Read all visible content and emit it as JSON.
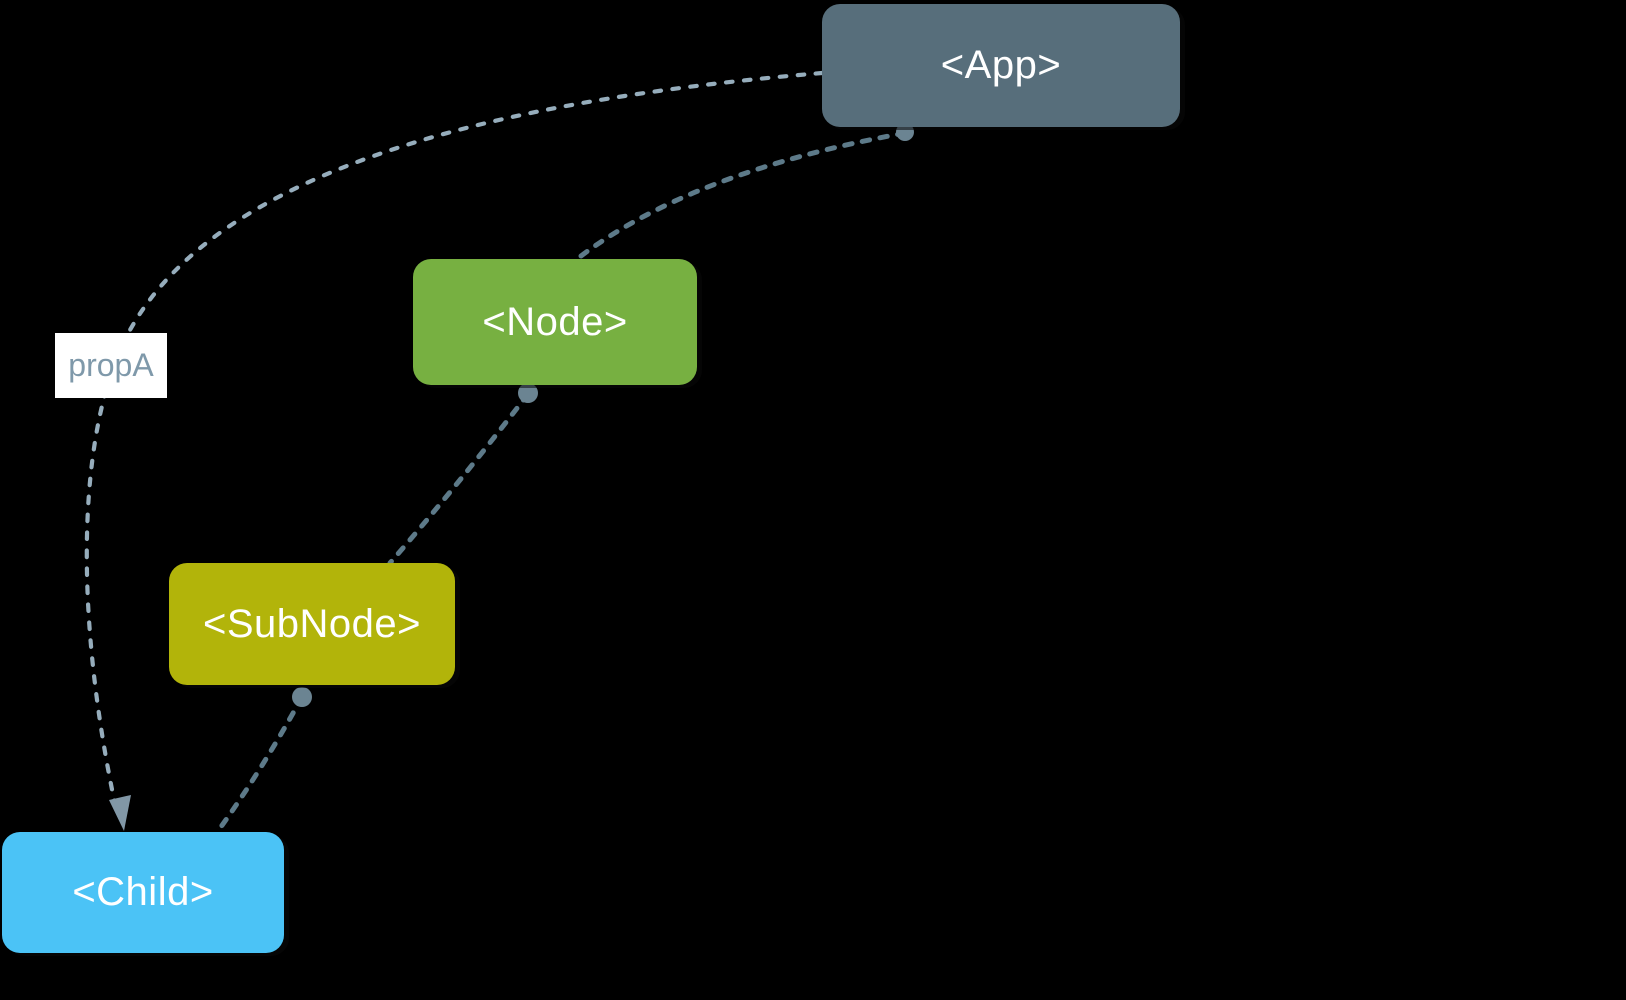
{
  "diagram": {
    "title": "component prop drilling diagram",
    "background_color": "#000000",
    "nodes": [
      {
        "id": "app",
        "label": "<App>",
        "color": "#576e7b",
        "text_color": "#ffffff"
      },
      {
        "id": "node",
        "label": "<Node>",
        "color": "#77b041",
        "text_color": "#ffffff"
      },
      {
        "id": "subnode",
        "label": "<SubNode>",
        "color": "#b2b40a",
        "text_color": "#ffffff"
      },
      {
        "id": "child",
        "label": "<Child>",
        "color": "#4bc3f6",
        "text_color": "#ffffff"
      }
    ],
    "edges": [
      {
        "from": "App",
        "to": "Child",
        "label": "propA",
        "style": "dashed",
        "arrowhead": true
      },
      {
        "from": "App",
        "to": "Node",
        "label": "",
        "style": "dashed",
        "arrowhead": false
      },
      {
        "from": "Node",
        "to": "SubNode",
        "label": "",
        "style": "dashed",
        "arrowhead": false
      },
      {
        "from": "SubNode",
        "to": "Child",
        "label": "",
        "style": "dashed",
        "arrowhead": false
      }
    ],
    "edge_label": {
      "text": "propA",
      "text_color": "#7f99aa",
      "background": "#ffffff"
    },
    "colors": {
      "prop_edge": "#96adbc",
      "tree_edge": "#5d7a89",
      "connector_dot": "#6b8492",
      "arrowhead": "#8197a6"
    }
  }
}
